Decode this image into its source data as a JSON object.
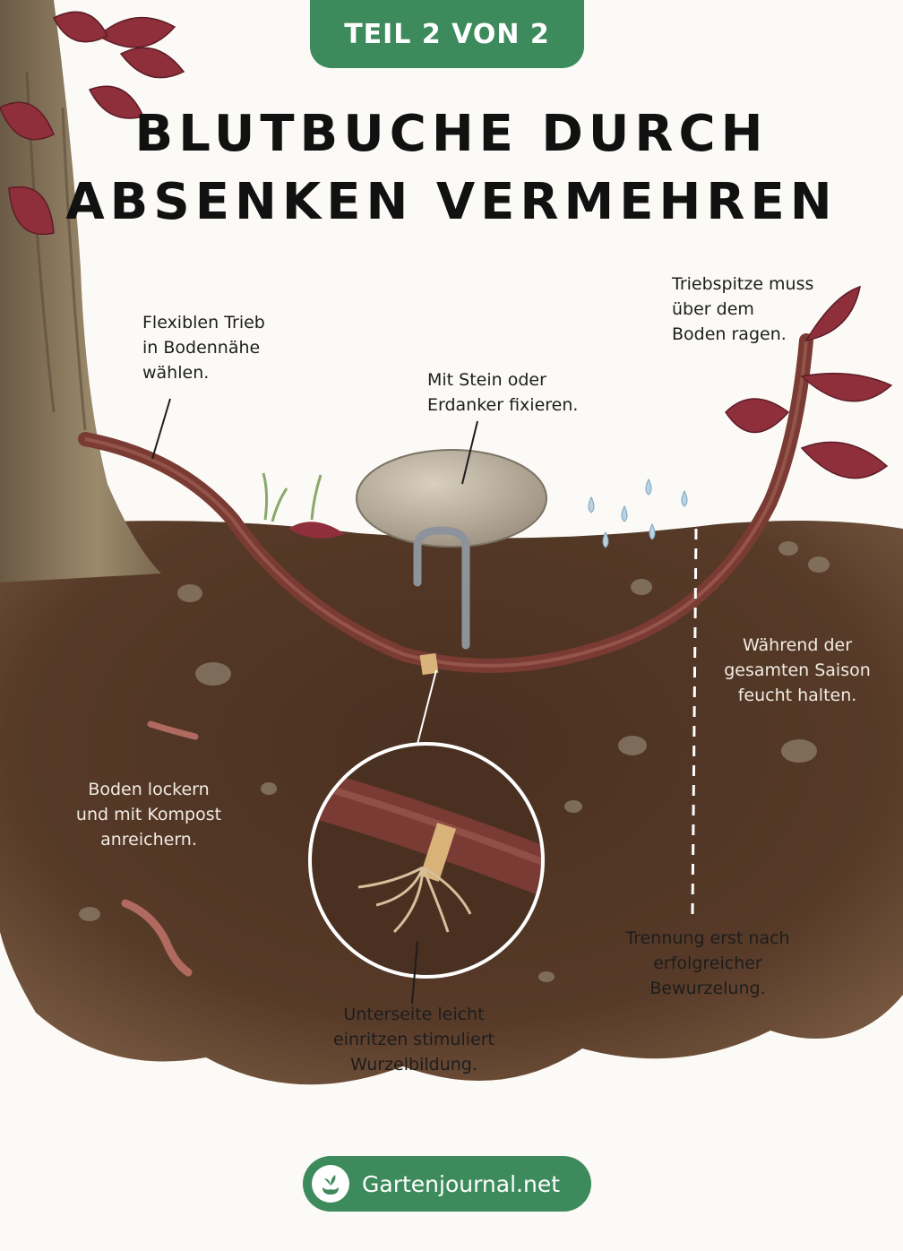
{
  "header": {
    "badge": "TEIL 2 VON 2"
  },
  "title": {
    "line1": "BLUTBUCHE DURCH",
    "line2": "ABSENKEN VERMEHREN"
  },
  "labels": {
    "flexible_shoot": "Flexiblen Trieb\nin Bodennähe\nwählen.",
    "fix_stone": "Mit Stein oder\nErdanker fixieren.",
    "tip_above": "Triebspitze muss\nüber dem\nBoden ragen.",
    "keep_moist": "Während der\ngesamten Saison\nfeucht halten.",
    "loosen_soil": "Boden lockern\nund mit Kompost\nanreichern.",
    "separate": "Trennung erst nach\nerfolgreicher\nBewurzelung.",
    "score_underside": "Unterseite leicht\neinritzen stimuliert\nWurzelbildung."
  },
  "footer": {
    "brand": "Gartenjournal.net",
    "brand_icon": "sprout-in-hand-icon"
  },
  "colors": {
    "brand_green": "#3d8a5c",
    "soil": "#4a3021",
    "leaf": "#8e2f3b",
    "branch": "#7a3b34"
  }
}
